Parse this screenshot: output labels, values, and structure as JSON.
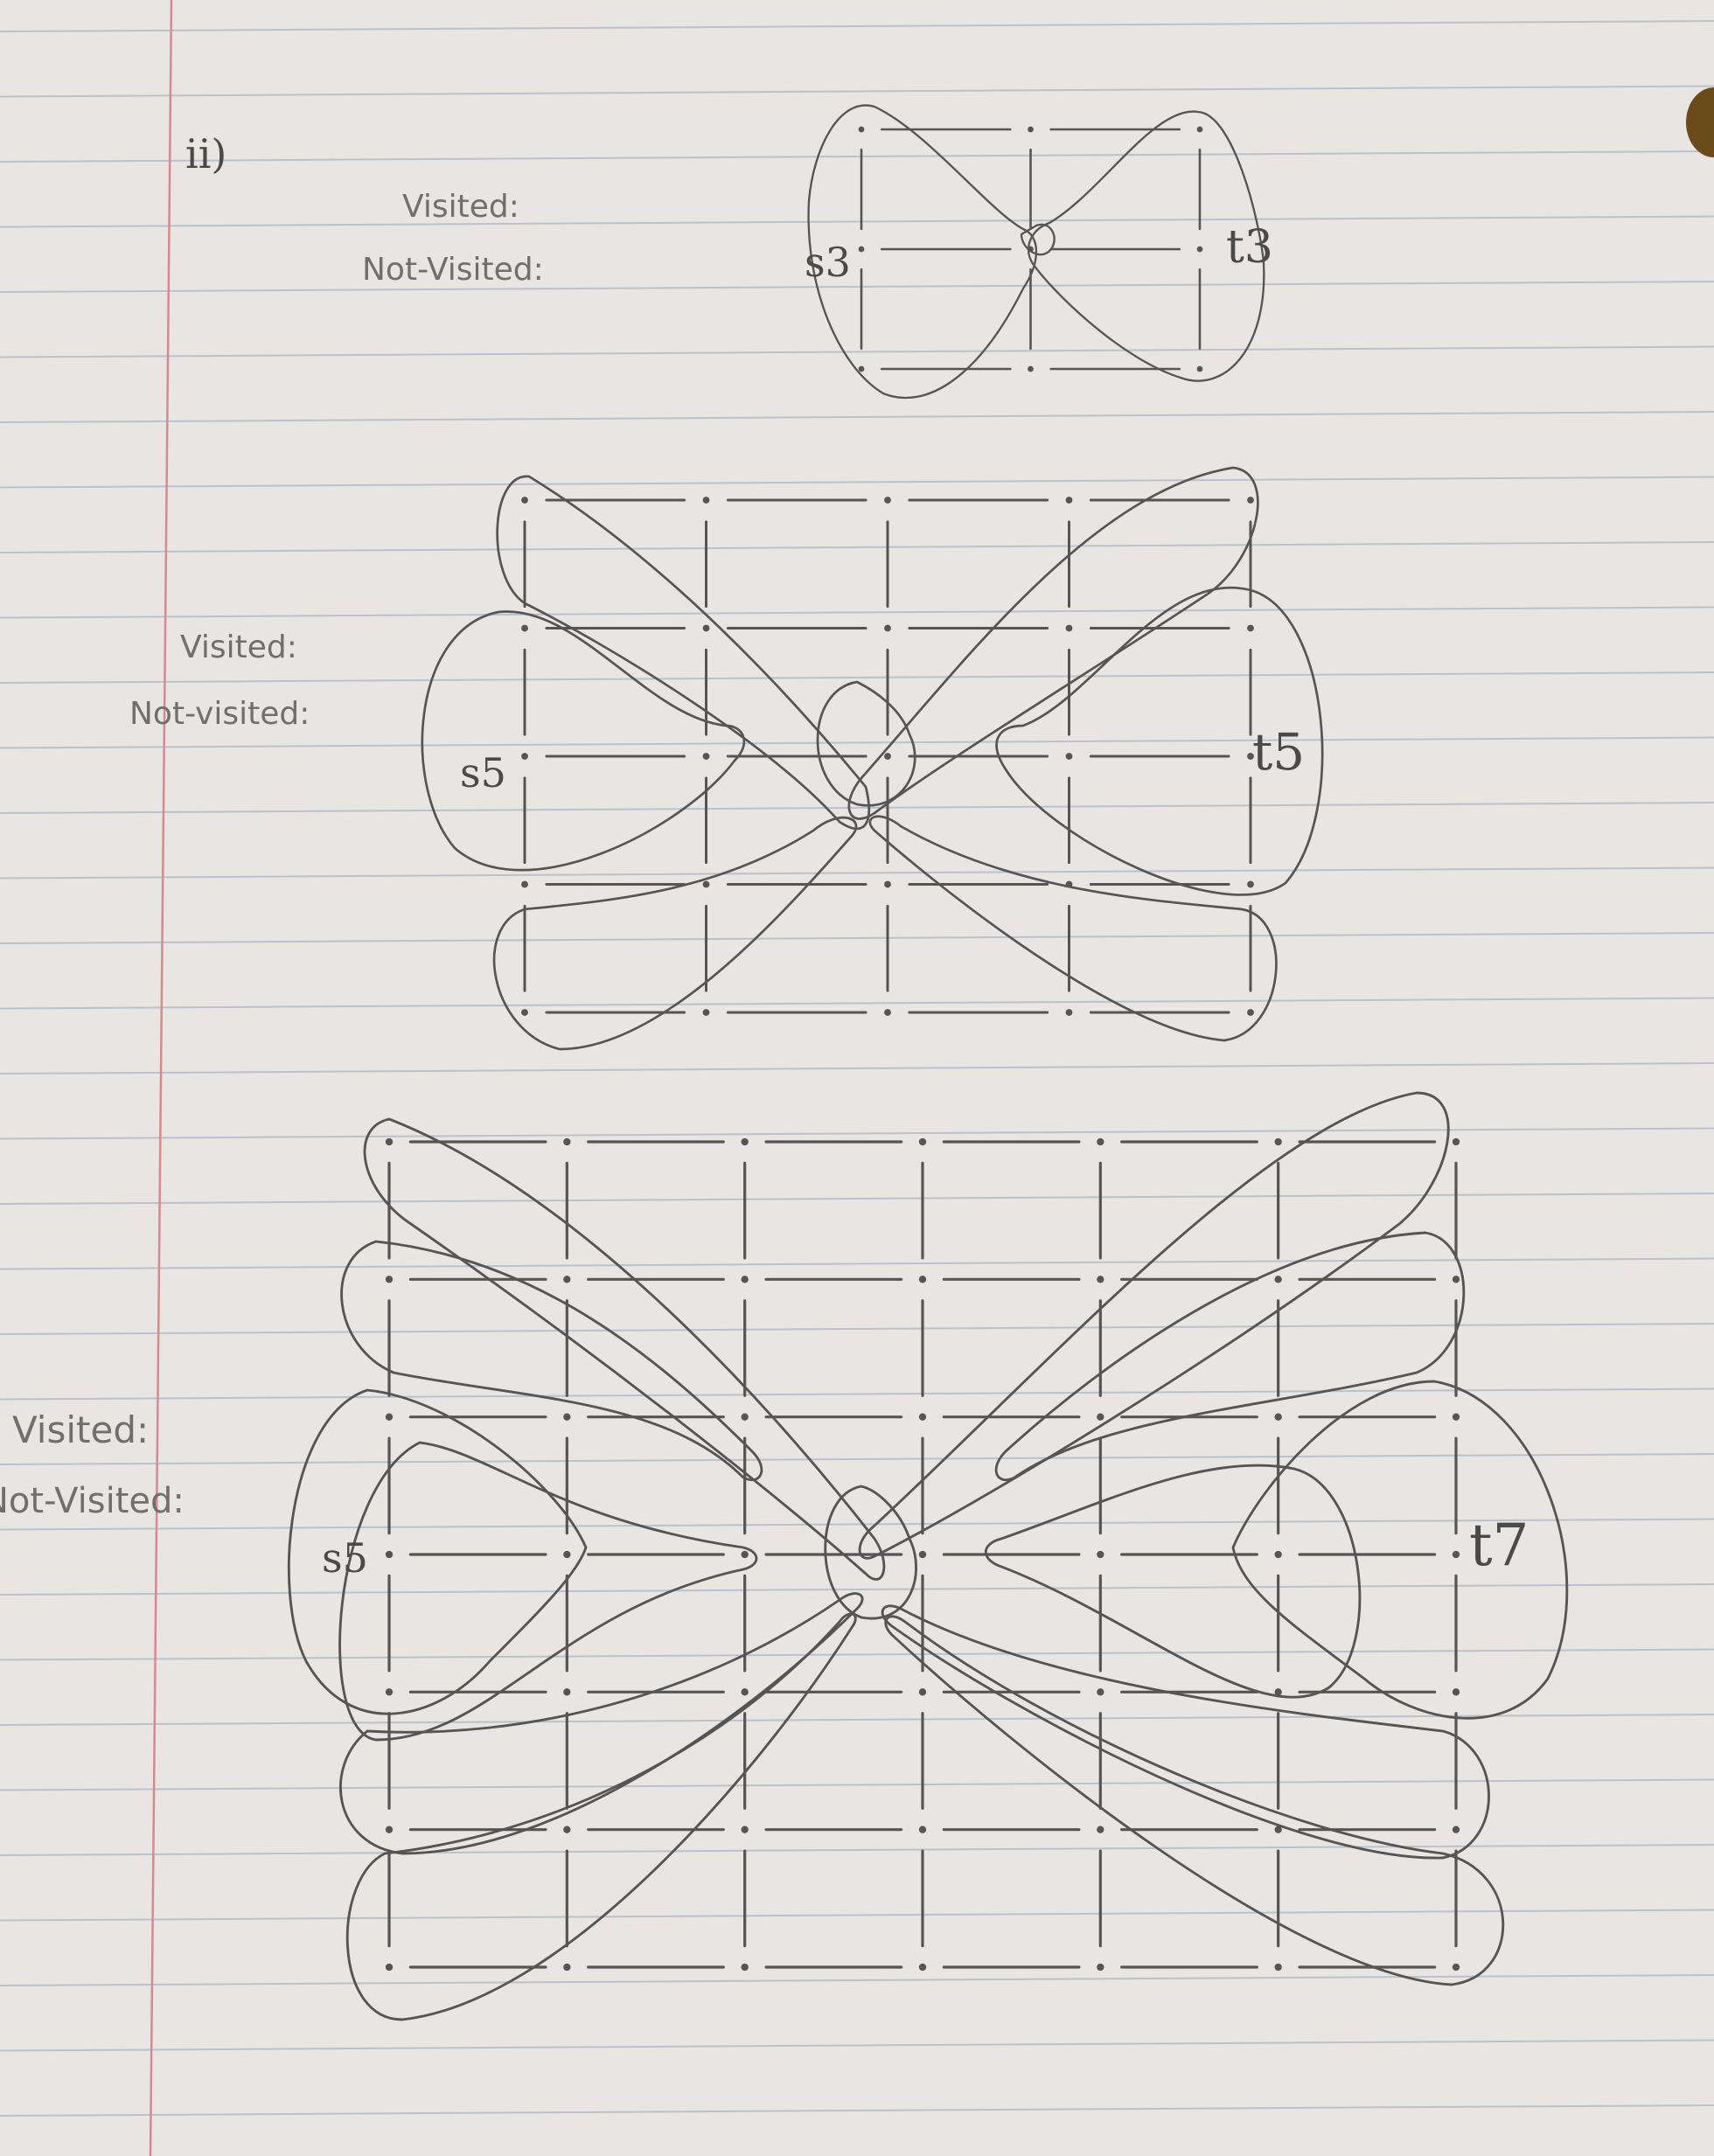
{
  "paper": {
    "background": "#e9e5e3",
    "rule_color": "#b9c2cc",
    "margin_color": "#d48a8f",
    "pencil_color": "#555555"
  },
  "part_label": "ii)",
  "figures": [
    {
      "id": "grid-3",
      "visited_label": "Visited:",
      "not_visited_label": "Not-Visited:",
      "source_label": "s3",
      "target_label": "t3"
    },
    {
      "id": "grid-5",
      "visited_label": "Visited:",
      "not_visited_label": "Not-visited:",
      "source_label": "s5",
      "target_label": "t5"
    },
    {
      "id": "grid-7",
      "visited_label": "Visited:",
      "not_visited_label": "Not-Visited:",
      "source_label": "s5",
      "target_label": "t7"
    }
  ]
}
